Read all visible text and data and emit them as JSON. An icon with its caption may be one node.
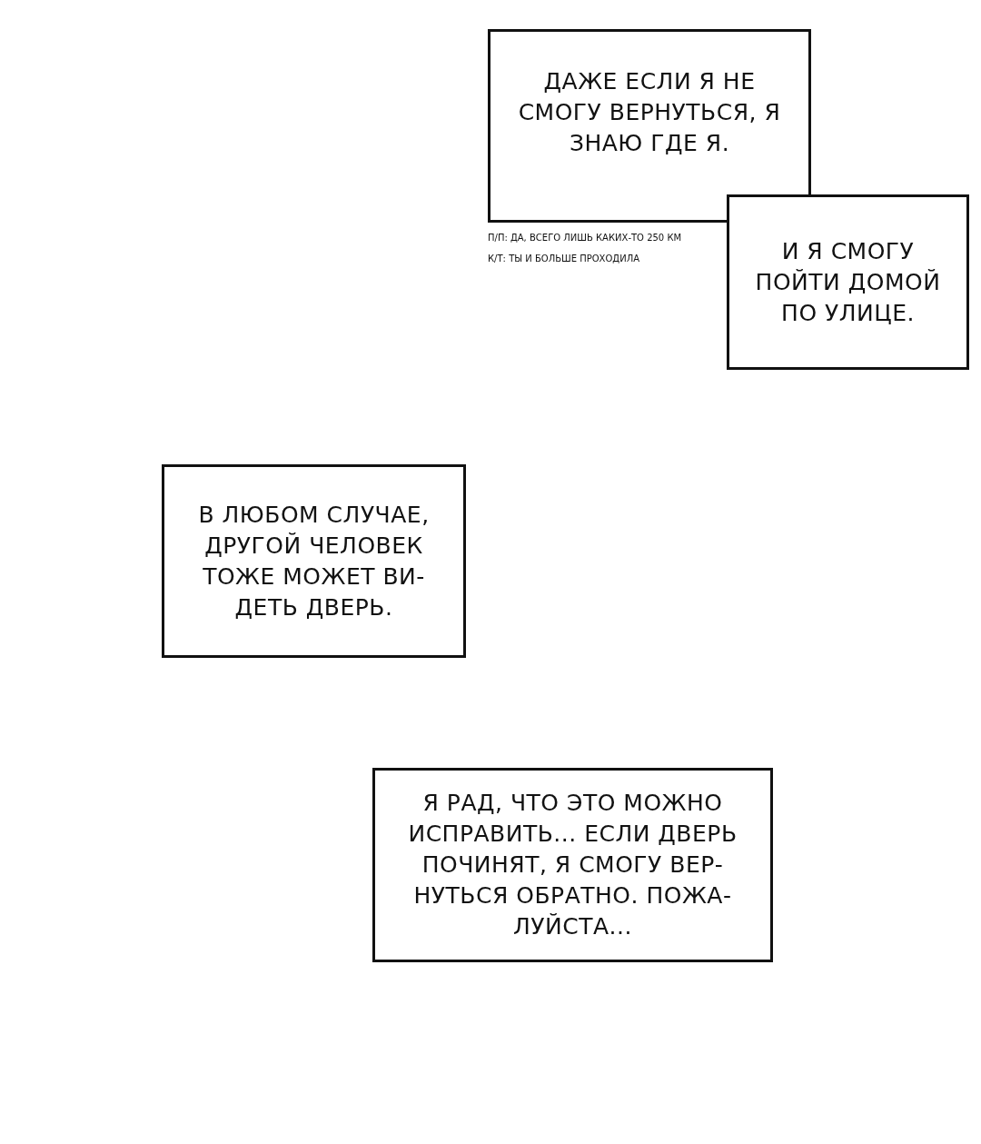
{
  "diagram": {
    "nodes": [
      {
        "text": [
          "ДАЖЕ ЕСЛИ Я НЕ СМОГУ ВЕРНУТЬСЯ, Я ЗНАЮ ГДЕ Я."
        ]
      },
      {
        "text": [
          "И Я СМОГУ ПОЙТИ ДОМОЙ ПО УЛИЦЕ."
        ]
      },
      {
        "text": [
          "В ЛЮБОМ СЛУЧАЕ, ДРУГОЙ ЧЕЛОВЕК ТОЖЕ МОЖЕТ ВИ- ДЕТЬ ДВЕРЬ."
        ]
      },
      {
        "text": [
          "Я РАД, ЧТО ЭТО МОЖНО ИСПРАВИТЬ... ЕСЛИ ДВЕРЬ ПОЧИНЯТ, Я СМОГУ ВЕР- НУТЬСЯ ОБРАТНО. ПОЖА- ЛУЙСТА..."
        ]
      }
    ],
    "labels": [
      "П/П: ДА, ВСЕГО ЛИШЬ КАКИХ-ТО 250 КМ",
      "К/Т: ТЫ И БОЛЬШЕ ПРОХОДИЛА"
    ]
  }
}
